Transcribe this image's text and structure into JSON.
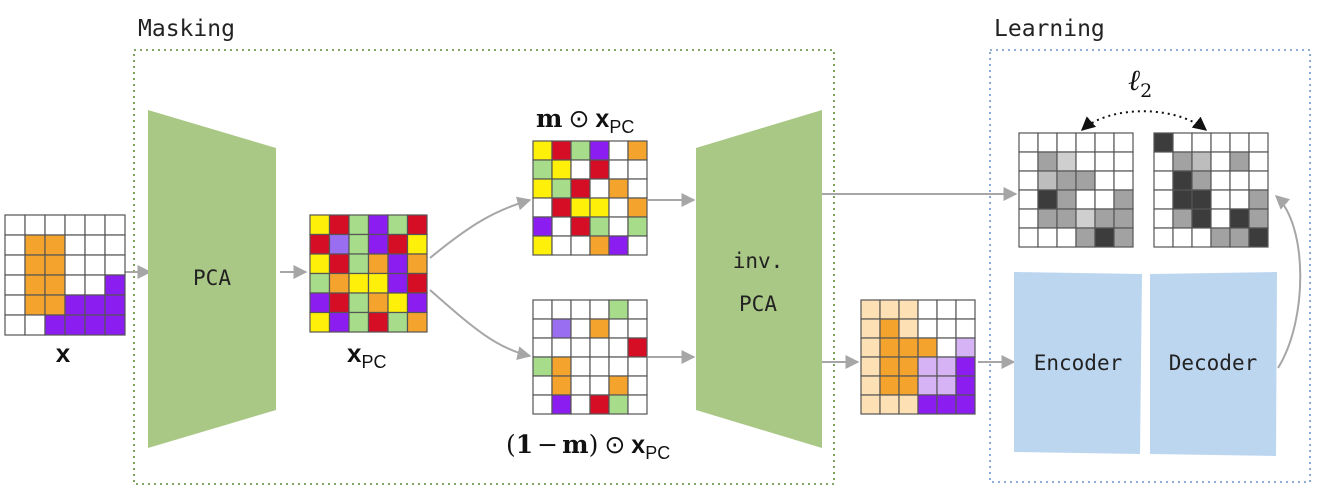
{
  "colors": {
    "trapezoid": "#a9c785",
    "block": "#bcd6f0",
    "arrow": "#a6a6a6",
    "grid_line": "#555555",
    "masking_border": "#5c8a35",
    "learning_border": "#6a94cc",
    "orange": "#f4a32c",
    "purple": "#8b1df0",
    "yellow": "#fff009",
    "red": "#d50d25",
    "green": "#a6dc8a",
    "lavender": "#9a6ef0",
    "light_orange": "#fde0b3",
    "light_purple": "#d5b3f5"
  },
  "sections": {
    "masking_title": "Masking",
    "learning_title": "Learning"
  },
  "blocks": {
    "pca": "PCA",
    "inv_pca_line1": "inv.",
    "inv_pca_line2": "PCA",
    "encoder": "Encoder",
    "decoder": "Decoder"
  },
  "labels": {
    "x": "x",
    "x_pc_base": "x",
    "x_pc_sub": "PC",
    "m_odot_bold": "m",
    "odot": "⊙",
    "one_minus_m_open": "(",
    "one_minus_m_one": "1",
    "minus": "−",
    "one_minus_m_m": "m",
    "one_minus_m_close": ")",
    "loss_ell": "ℓ",
    "loss_sub": "2"
  },
  "grids": {
    "input": [
      "WWWWWW",
      "WOOWWW",
      "WOOWWW",
      "WOOWWP",
      "WOOPPP",
      "WWPPPP"
    ],
    "pc": [
      "YRGPGR",
      "RLGPRY",
      "YRGOPO",
      "GOYYPR",
      "PRGOYP",
      "YPGRGO"
    ],
    "masked_keep": [
      "YRGPWO",
      "GYWRWW",
      "YGRWOW",
      "WRYYWO",
      "PWRGWG",
      "YWWOPW"
    ],
    "masked_drop": [
      "WWWWGW",
      "WLWOWW",
      "WWWWWR",
      "GOWWWW",
      "WOWWOW",
      "WPWRGW"
    ],
    "recon": [
      "oooWWW",
      "oOoWWW",
      "oOOOWp",
      "oOOppP",
      "oOOppP",
      "oooPPP"
    ],
    "gray_a": [
      "WWWWWW",
      "WdCWWW",
      "WeddWW",
      "WKdWWd",
      "WddCdd",
      "WWWdKd"
    ],
    "gray_b": [
      "KWWWWW",
      "WdeWdW",
      "WKdWWW",
      "WKKWWd",
      "WdKWKd",
      "WWWddK"
    ]
  },
  "gray_shades": {
    "C": "#cfcfcf",
    "e": "#bdbdbd",
    "d": "#a2a2a2",
    "K": "#3c3c3c"
  }
}
